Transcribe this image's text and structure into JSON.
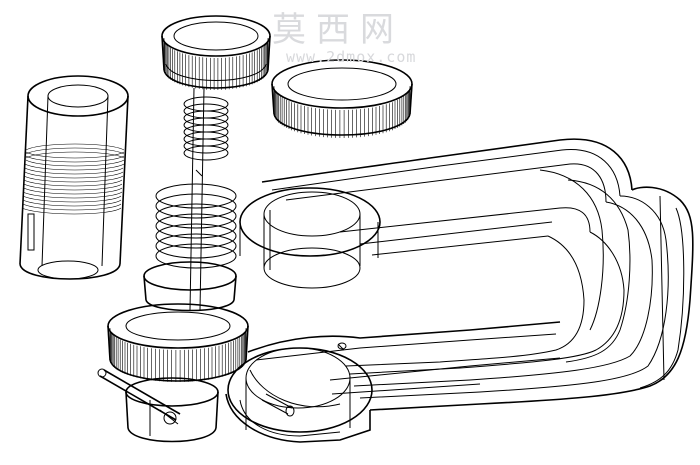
{
  "watermark": {
    "title": "莫西网",
    "url": "www.2dmox.com",
    "color": "#d8d9dc"
  },
  "drawing": {
    "style": "wireframe",
    "line_color": "#000000",
    "background": "#ffffff",
    "parts": [
      "large-u-shaped-frame",
      "knurled-ring-top",
      "knurled-ring-right",
      "knurled-ring-bottom",
      "threaded-sleeve",
      "compression-spring-upper",
      "compression-spring-lower",
      "screw-shaft",
      "handle-pin",
      "swivel-pad"
    ]
  }
}
